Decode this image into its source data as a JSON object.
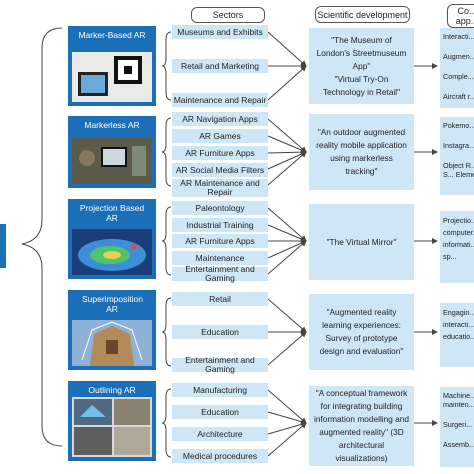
{
  "headers": {
    "sectors": "Sectors",
    "scientific": "Scientific development",
    "applications": "Co... app..."
  },
  "rows": [
    {
      "type": "Marker-Based AR",
      "sectors": [
        "Museums and Exhibits",
        "Retail and Marketing",
        "Maintenance and Repair"
      ],
      "development": [
        "\"The Museum of London's Streetmuseum App\"",
        "\"Virtual Try-On Technology in Retail\""
      ],
      "applications": [
        "Interacti...",
        "Augmen... retail sto...",
        "Comple...",
        "Aircraft r..."
      ]
    },
    {
      "type": "Markerless AR",
      "sectors": [
        "AR Navigation Apps",
        "AR Games",
        "AR Furniture Apps",
        "AR Social Media Filters",
        "AR Maintenance and Repair"
      ],
      "development": [
        "\"An outdoor augmented reality mobile application using markerless tracking\""
      ],
      "applications": [
        "Pokemo...",
        "Instagra...",
        "Object R... Identify S... Elements..."
      ]
    },
    {
      "type": "Projection Based AR",
      "sectors": [
        "Paleontology",
        "Industrial Training",
        "AR Furniture Apps",
        "Maintenance",
        "Entertainment and Gaming"
      ],
      "development": [
        "\"The Virtual Mirror\""
      ],
      "applications": [
        "Projectio... computer... informati... fossil sp..."
      ]
    },
    {
      "type": "Superimposition AR",
      "sectors": [
        "Retail",
        "Education",
        "Entertainment and Gaming"
      ],
      "development": [
        "\"Augmented reality learning experiences: Survey of prototype design and evaluation\""
      ],
      "applications": [
        "Engagin... interacti... educatio..."
      ]
    },
    {
      "type": "Outlining AR",
      "sectors": [
        "Manufacturing",
        "Education",
        "Architecture",
        "Medical procedures"
      ],
      "development": [
        "\"A conceptual framework for integrating building information modelling and augmented reality\" (3D architectural visualizations)"
      ],
      "applications": [
        "Machine... mainten...",
        "Surgeri...",
        "Assemb..."
      ]
    }
  ],
  "colors": {
    "type_box": "#1b6fb8",
    "light_box": "#cfe6f7",
    "lines": "#444444"
  }
}
